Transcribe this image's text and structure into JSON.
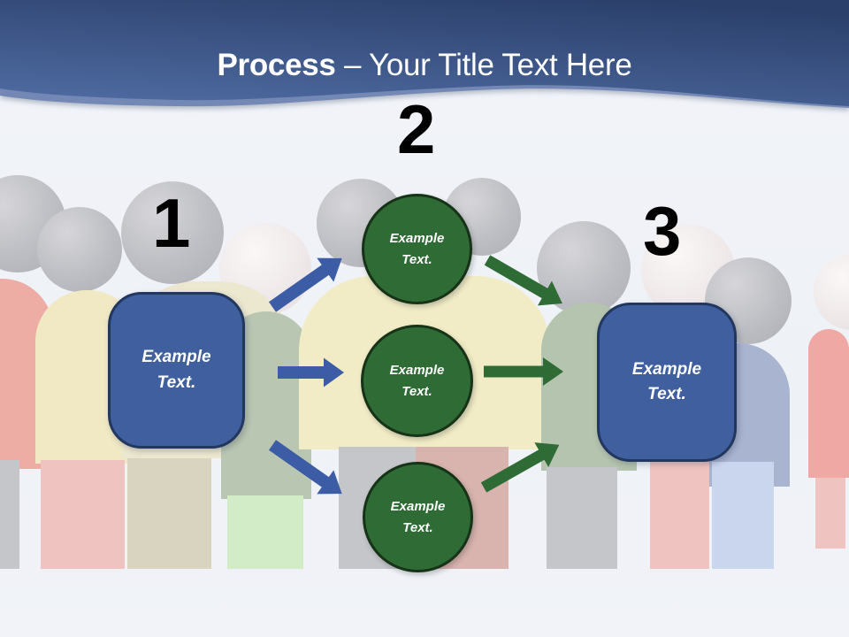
{
  "slide": {
    "title_bold": "Process",
    "title_rest": "– Your Title Text Here"
  },
  "steps": [
    {
      "number": "1",
      "label": "Example Text."
    },
    {
      "number": "2",
      "circles": [
        {
          "label": "Example Text."
        },
        {
          "label": "Example Text."
        },
        {
          "label": "Example Text."
        }
      ]
    },
    {
      "number": "3",
      "label": "Example Text."
    }
  ],
  "colors": {
    "header_top": "#2b406b",
    "header_bottom": "#4d699f",
    "header_wave_light": "#7388b5",
    "background": "#f0f2f7",
    "box_fill": "#3f5f9e",
    "box_border": "#22375f",
    "circle_fill": "#2f6b35",
    "circle_border": "#173317",
    "arrow_blue": "#3c5da6",
    "arrow_green": "#2f6b35",
    "number": "#000000",
    "text": "#ffffff"
  }
}
